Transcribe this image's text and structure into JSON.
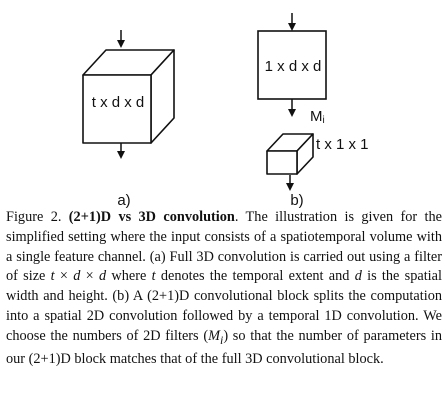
{
  "figure": {
    "left": {
      "cube_label": "t x d x d",
      "panel_label": "a)"
    },
    "right": {
      "spatial_label": "1 x d x d",
      "filters_label_main": "M",
      "filters_label_sub": "i",
      "temporal_label": "t x 1 x 1",
      "panel_label": "b)"
    }
  },
  "caption": {
    "prefix": "Figure 2. ",
    "title": "(2+1)D vs 3D convolution",
    "s1": ". The illustration is given for the simplified setting where the input consists of a spatiotemporal volume with a single feature channel. (a) Full 3D convolution is carried out using a filter of size ",
    "t1": "t",
    "x1": " × ",
    "d1": "d",
    "x2": " × ",
    "d2": "d",
    "s2": " where ",
    "t2": "t",
    "s3": " denotes the temporal extent and ",
    "d3": "d",
    "s4": " is the spatial width and height. (b) A (2+1)D convolutional block splits the computation into a spatial 2D convolution followed by a temporal 1D convolution. We choose the numbers of 2D filters (",
    "mi_main": "M",
    "mi_sub": "i",
    "s5": ") so that the number of parameters in our (2+1)D block matches that of the full 3D convolutional block."
  }
}
